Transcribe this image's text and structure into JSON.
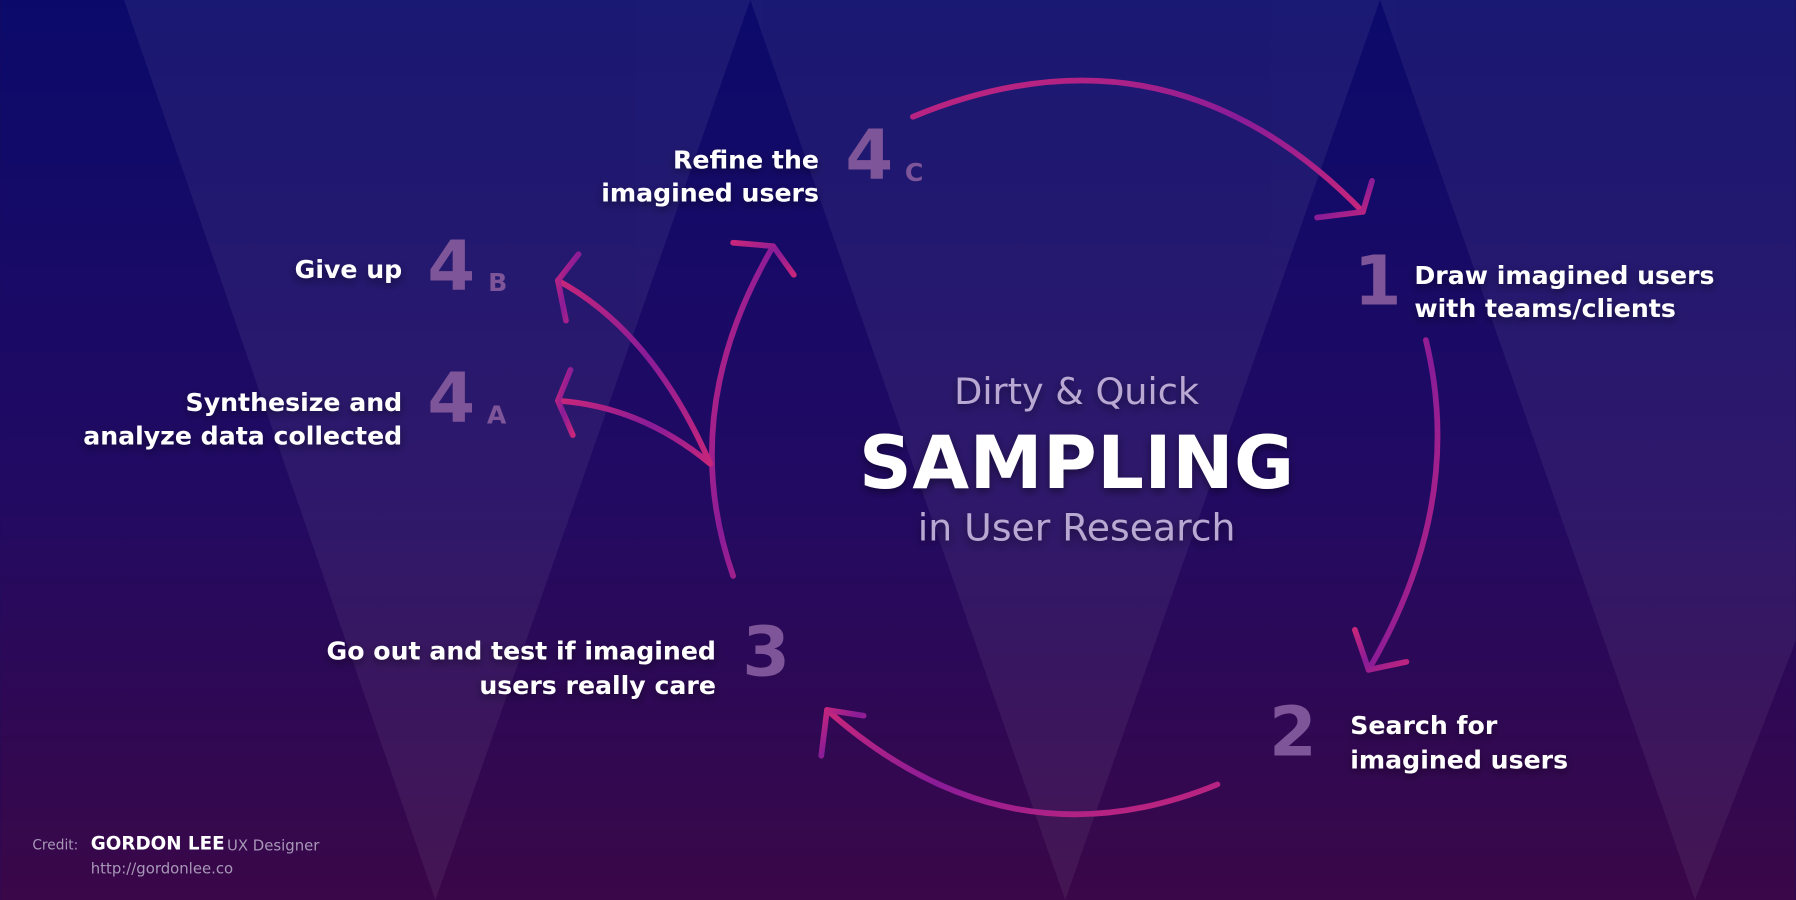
{
  "title": {
    "pre": "Dirty & Quick",
    "main": "SAMPLING",
    "post": "in User Research"
  },
  "steps": [
    {
      "number": "1",
      "suffix": "",
      "line1": "Draw imagined users",
      "line2": "with teams/clients"
    },
    {
      "number": "2",
      "suffix": "",
      "line1": "Search for",
      "line2": "imagined users"
    },
    {
      "number": "3",
      "suffix": "",
      "line1": "Go out and test if imagined",
      "line2": "users really care"
    },
    {
      "number": "4",
      "suffix": "A",
      "line1": "Synthesize and",
      "line2": "analyze data collected"
    },
    {
      "number": "4",
      "suffix": "B",
      "line1": "Give up",
      "line2": ""
    },
    {
      "number": "4",
      "suffix": "C",
      "line1": "Refine the",
      "line2": "imagined users"
    }
  ],
  "credit": {
    "label": "Credit:",
    "name": "GORDON LEE",
    "role": "UX Designer",
    "url": "http://gordonlee.co"
  },
  "colors": {
    "bg_top": "#0b0a6b",
    "bg_bottom": "#3a0748",
    "arrow_start": "#c8267a",
    "arrow_end": "#7a1a9a",
    "number": "#7d5598"
  }
}
